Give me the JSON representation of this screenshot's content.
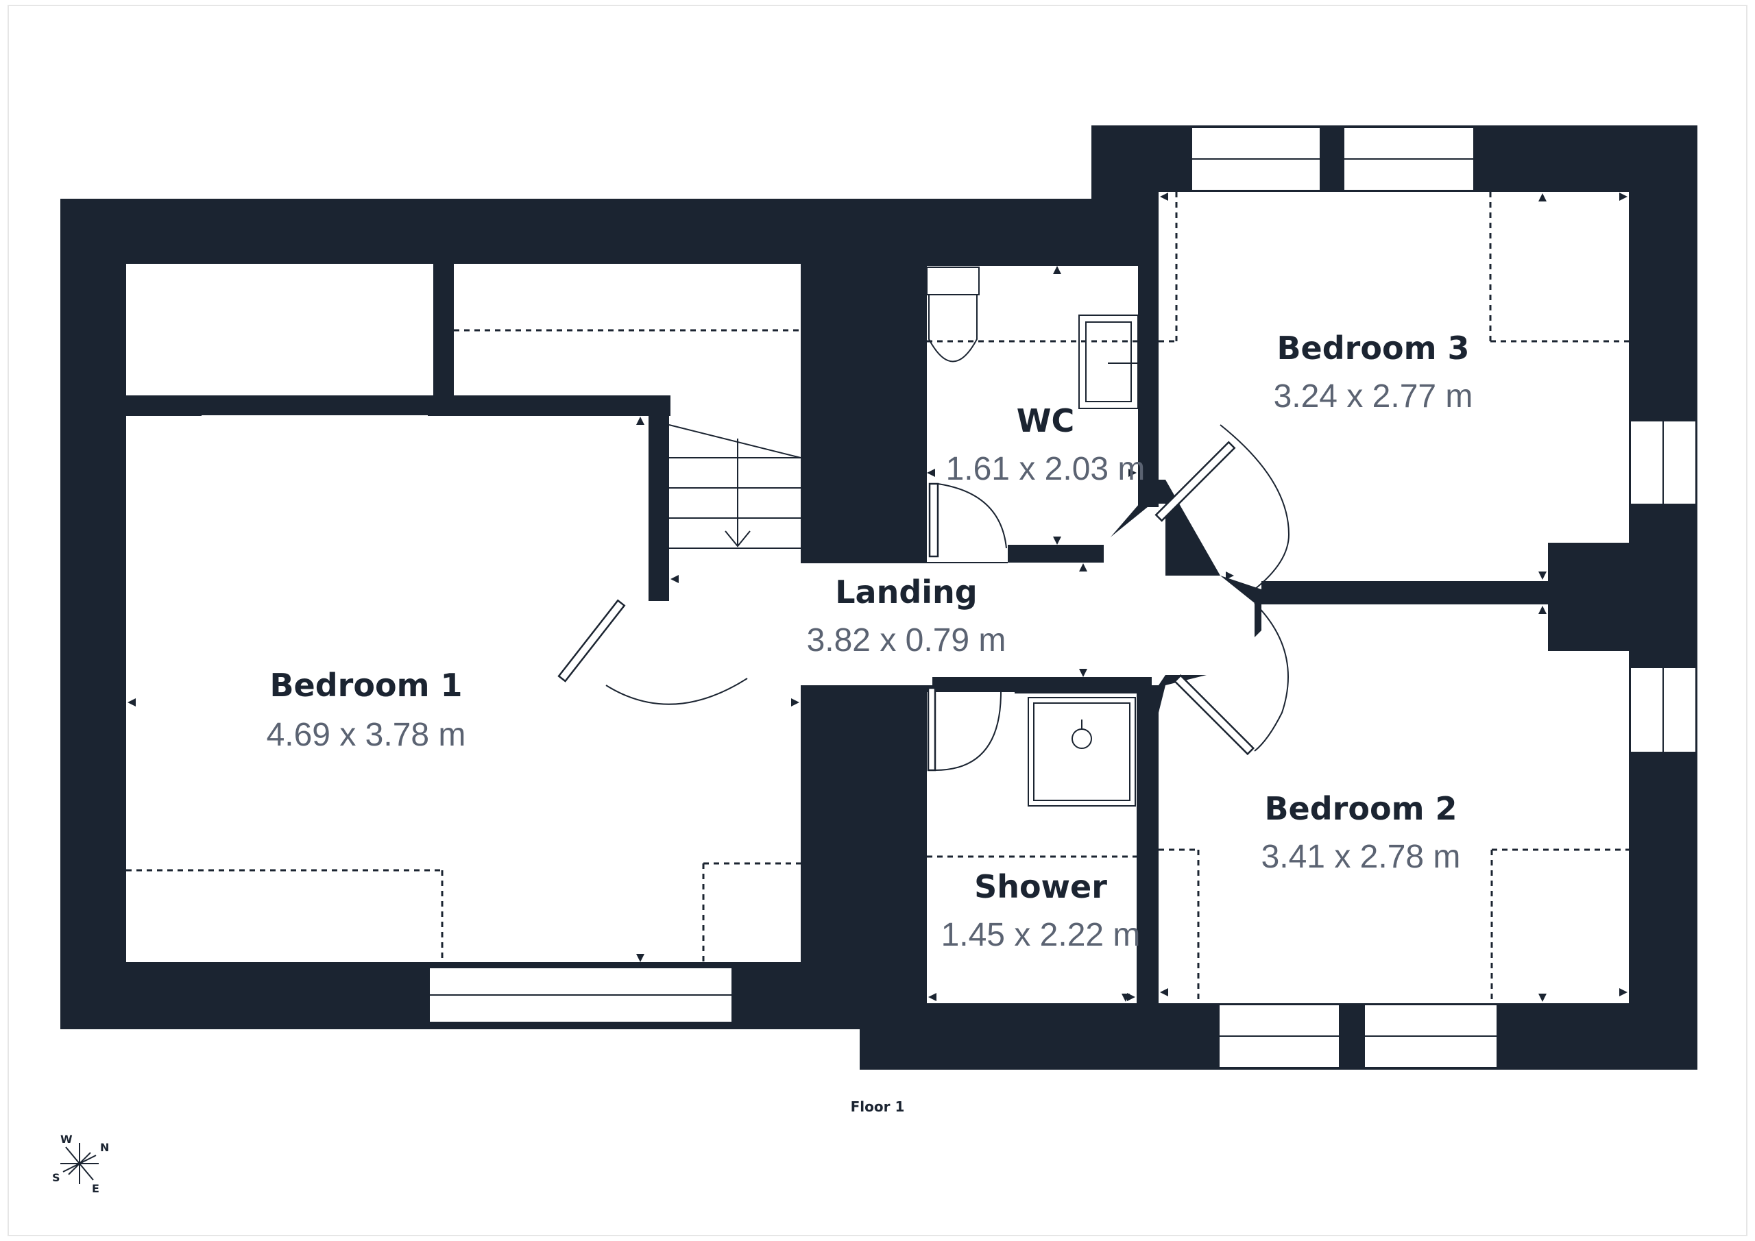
{
  "colors": {
    "wall": "#1b2431",
    "room_fill": "#ffffff",
    "dimension_text": "#5b6372"
  },
  "floor_label": "Floor 1",
  "rooms": [
    {
      "id": "bedroom-1",
      "name": "Bedroom 1",
      "dimensions": "4.69 x 3.78 m"
    },
    {
      "id": "landing",
      "name": "Landing",
      "dimensions": "3.82 x 0.79 m"
    },
    {
      "id": "wc",
      "name": "WC",
      "dimensions": "1.61 x 2.03 m"
    },
    {
      "id": "bedroom-3",
      "name": "Bedroom 3",
      "dimensions": "3.24 x 2.77 m"
    },
    {
      "id": "bedroom-2",
      "name": "Bedroom 2",
      "dimensions": "3.41 x 2.78 m"
    },
    {
      "id": "shower",
      "name": "Shower",
      "dimensions": "1.45 x 2.22 m"
    }
  ],
  "compass": {
    "w": "W",
    "n": "N",
    "s": "S",
    "e": "E",
    "icon": "compass-rose-icon"
  }
}
